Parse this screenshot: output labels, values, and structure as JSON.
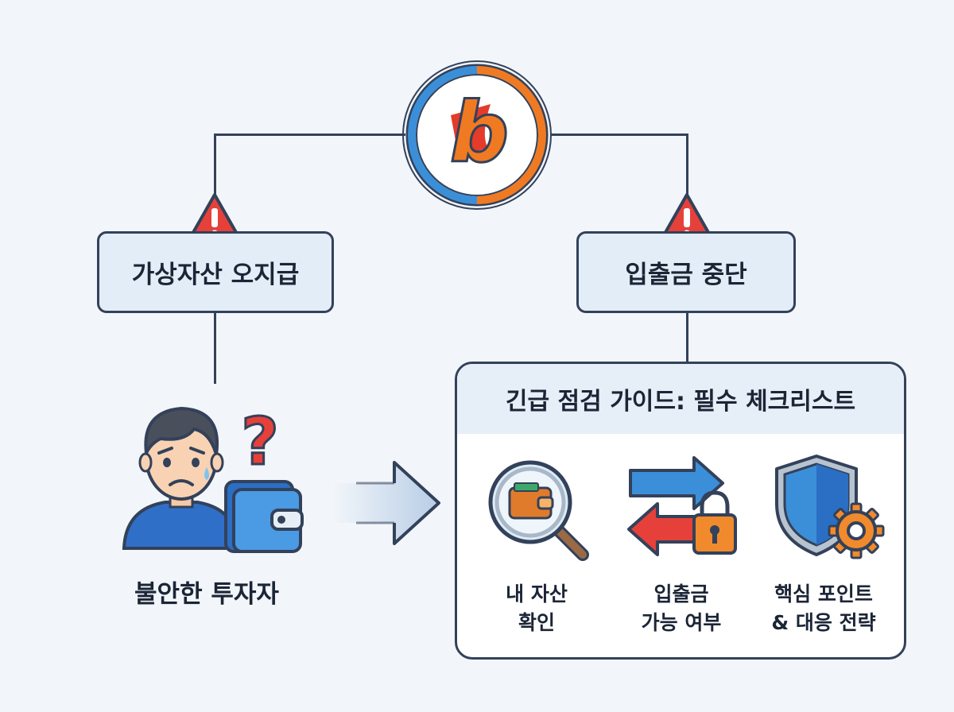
{
  "logo": {
    "letter": "b",
    "colors": {
      "blue": "#3b8fd9",
      "orange": "#f07a22",
      "red": "#e43b2a"
    }
  },
  "left_branch": {
    "label": "가상자산 오지급",
    "warning_icon": "warning-triangle-icon"
  },
  "right_branch": {
    "label": "입출금 중단",
    "warning_icon": "warning-triangle-icon"
  },
  "investor": {
    "label": "불안한 투자자",
    "icons": [
      "worried-person-icon",
      "question-mark-icon",
      "wallet-icon"
    ]
  },
  "guide": {
    "title": "긴급 점검 가이드: 필수 체크리스트",
    "items": [
      {
        "icon": "magnifier-wallet-icon",
        "line1": "내 자산",
        "line2": "확인"
      },
      {
        "icon": "transfer-lock-icon",
        "line1": "입출금",
        "line2": "가능 여부"
      },
      {
        "icon": "shield-gear-icon",
        "line1": "핵심 포인트",
        "line2": "& 대응 전략"
      }
    ]
  },
  "colors": {
    "outline": "#33415a",
    "box_fill": "#e3edf8",
    "warning_red": "#e5413a",
    "accent_blue": "#3a8fdc",
    "accent_orange": "#f18a2c"
  }
}
